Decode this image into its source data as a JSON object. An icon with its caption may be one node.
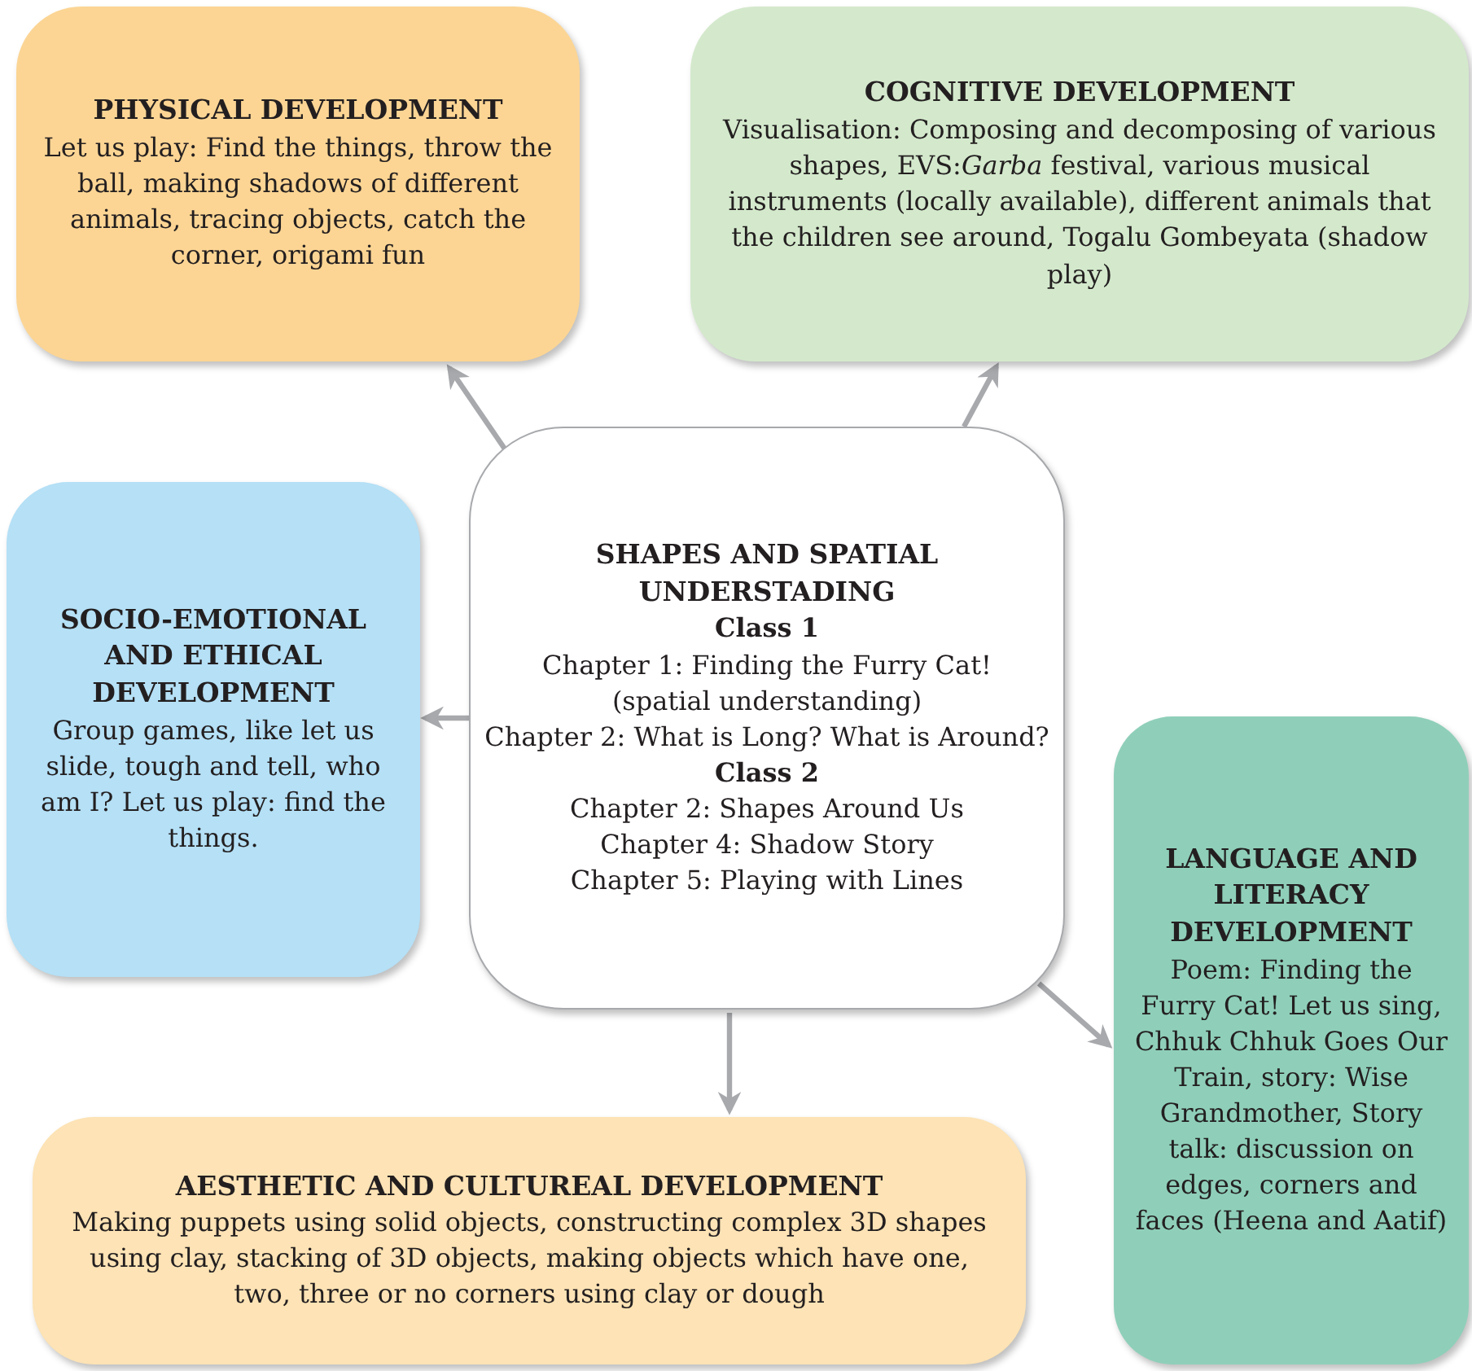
{
  "diagram": {
    "nodes": [
      {
        "text": [
          "SHAPES AND SPATIAL UNDERSTADING",
          "Class 1",
          "Chapter 1: Finding the Furry Cat!",
          "(spatial understanding)",
          "Chapter 2: What is Long? What is Around?",
          "Class 2",
          "Chapter 2: Shapes Around Us",
          "Chapter 4: Shadow Story",
          "Chapter 5: Playing with Lines"
        ]
      },
      {
        "text": [
          "PHYSICAL DEVELOPMENT",
          "Let us play: Find the things, throw the ball, making shadows of different animals, tracing objects, catch the corner, origami fun"
        ]
      },
      {
        "text": [
          "COGNITIVE DEVELOPMENT",
          "Visualisation: Composing and decomposing of various shapes, EVS:*Garba* festival, various musical instruments (locally available), different animals that the children see around, Togalu Gombeyata (shadow play)"
        ]
      },
      {
        "text": [
          "SOCIO-EMOTIONAL AND ETHICAL DEVELOPMENT",
          "Group games, like let us slide, tough and tell, who am I? Let us play: find the things."
        ]
      },
      {
        "text": [
          "LANGUAGE AND LITERACY DEVELOPMENT",
          "Poem: Finding the Furry Cat! Let us sing, Chhuk Chhuk Goes Our Train, story: Wise Grandmother, Story talk: discussion on edges, corners and faces (Heena and Aatif)"
        ]
      },
      {
        "text": [
          "AESTHETIC AND CULTUREAL DEVELOPMENT",
          "Making puppets using solid objects, constructing complex 3D shapes using clay, stacking of 3D objects, making objects which have one, two, three or no corners using clay or dough"
        ]
      }
    ],
    "edges": [
      {
        "from": 0,
        "to": 1,
        "arrow": "to"
      },
      {
        "from": 0,
        "to": 2,
        "arrow": "to"
      },
      {
        "from": 0,
        "to": 3,
        "arrow": "to"
      },
      {
        "from": 0,
        "to": 4,
        "arrow": "to"
      },
      {
        "from": 0,
        "to": 5,
        "arrow": "to"
      }
    ]
  }
}
